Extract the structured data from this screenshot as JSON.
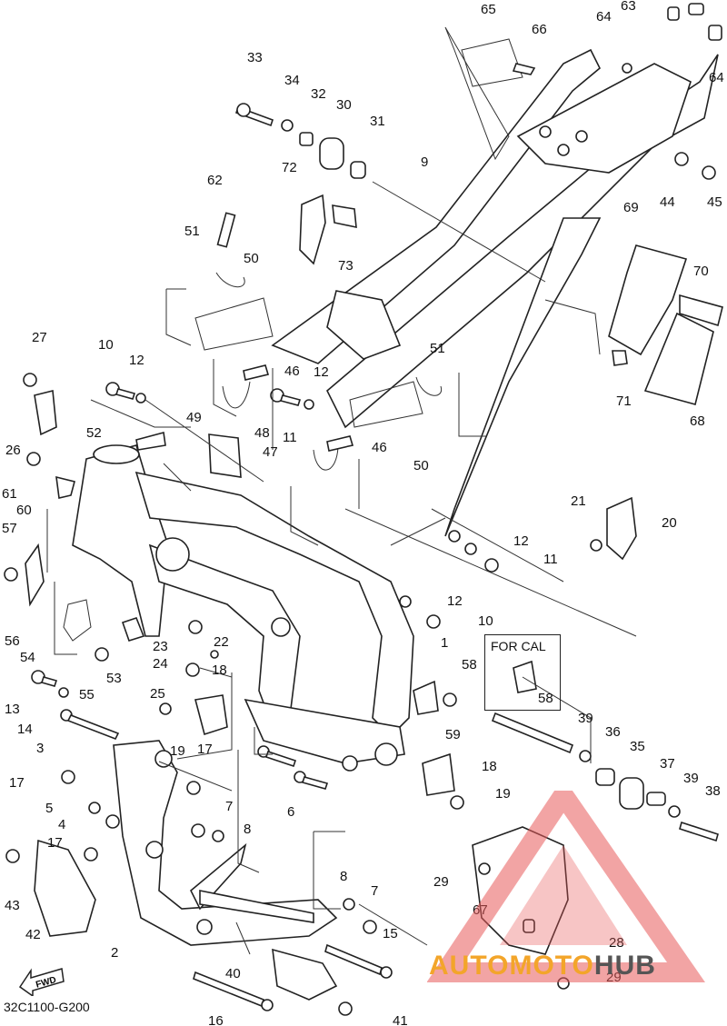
{
  "diagram": {
    "drawing_code": "32C1100-G200",
    "for_cal_label": "FOR CAL",
    "fwd_label": "FWD",
    "callouts": [
      {
        "id": "c1",
        "text": "1"
      },
      {
        "id": "c2",
        "text": "2"
      },
      {
        "id": "c3",
        "text": "3"
      },
      {
        "id": "c4",
        "text": "4"
      },
      {
        "id": "c5",
        "text": "5"
      },
      {
        "id": "c6",
        "text": "6"
      },
      {
        "id": "c7a",
        "text": "7"
      },
      {
        "id": "c7b",
        "text": "7"
      },
      {
        "id": "c8a",
        "text": "8"
      },
      {
        "id": "c8b",
        "text": "8"
      },
      {
        "id": "c9",
        "text": "9"
      },
      {
        "id": "c10a",
        "text": "10"
      },
      {
        "id": "c10b",
        "text": "10"
      },
      {
        "id": "c11a",
        "text": "11"
      },
      {
        "id": "c11b",
        "text": "11"
      },
      {
        "id": "c12a",
        "text": "12"
      },
      {
        "id": "c12b",
        "text": "12"
      },
      {
        "id": "c12c",
        "text": "12"
      },
      {
        "id": "c12d",
        "text": "12"
      },
      {
        "id": "c13",
        "text": "13"
      },
      {
        "id": "c14",
        "text": "14"
      },
      {
        "id": "c15",
        "text": "15"
      },
      {
        "id": "c16",
        "text": "16"
      },
      {
        "id": "c17a",
        "text": "17"
      },
      {
        "id": "c17b",
        "text": "17"
      },
      {
        "id": "c17c",
        "text": "17"
      },
      {
        "id": "c18a",
        "text": "18"
      },
      {
        "id": "c18b",
        "text": "18"
      },
      {
        "id": "c19a",
        "text": "19"
      },
      {
        "id": "c19b",
        "text": "19"
      },
      {
        "id": "c20",
        "text": "20"
      },
      {
        "id": "c21",
        "text": "21"
      },
      {
        "id": "c22",
        "text": "22"
      },
      {
        "id": "c23",
        "text": "23"
      },
      {
        "id": "c24",
        "text": "24"
      },
      {
        "id": "c25",
        "text": "25"
      },
      {
        "id": "c26",
        "text": "26"
      },
      {
        "id": "c27",
        "text": "27"
      },
      {
        "id": "c28",
        "text": "28"
      },
      {
        "id": "c29a",
        "text": "29"
      },
      {
        "id": "c29b",
        "text": "29"
      },
      {
        "id": "c30",
        "text": "30"
      },
      {
        "id": "c31",
        "text": "31"
      },
      {
        "id": "c32",
        "text": "32"
      },
      {
        "id": "c33",
        "text": "33"
      },
      {
        "id": "c34",
        "text": "34"
      },
      {
        "id": "c35",
        "text": "35"
      },
      {
        "id": "c36",
        "text": "36"
      },
      {
        "id": "c37",
        "text": "37"
      },
      {
        "id": "c38",
        "text": "38"
      },
      {
        "id": "c39a",
        "text": "39"
      },
      {
        "id": "c39b",
        "text": "39"
      },
      {
        "id": "c40",
        "text": "40"
      },
      {
        "id": "c41",
        "text": "41"
      },
      {
        "id": "c42",
        "text": "42"
      },
      {
        "id": "c43",
        "text": "43"
      },
      {
        "id": "c44",
        "text": "44"
      },
      {
        "id": "c45",
        "text": "45"
      },
      {
        "id": "c46a",
        "text": "46"
      },
      {
        "id": "c46b",
        "text": "46"
      },
      {
        "id": "c47",
        "text": "47"
      },
      {
        "id": "c48",
        "text": "48"
      },
      {
        "id": "c49",
        "text": "49"
      },
      {
        "id": "c50a",
        "text": "50"
      },
      {
        "id": "c50b",
        "text": "50"
      },
      {
        "id": "c51a",
        "text": "51"
      },
      {
        "id": "c51b",
        "text": "51"
      },
      {
        "id": "c52",
        "text": "52"
      },
      {
        "id": "c53",
        "text": "53"
      },
      {
        "id": "c54",
        "text": "54"
      },
      {
        "id": "c55",
        "text": "55"
      },
      {
        "id": "c56",
        "text": "56"
      },
      {
        "id": "c57",
        "text": "57"
      },
      {
        "id": "c58a",
        "text": "58"
      },
      {
        "id": "c58b",
        "text": "58"
      },
      {
        "id": "c59",
        "text": "59"
      },
      {
        "id": "c60",
        "text": "60"
      },
      {
        "id": "c61",
        "text": "61"
      },
      {
        "id": "c62",
        "text": "62"
      },
      {
        "id": "c63",
        "text": "63"
      },
      {
        "id": "c64a",
        "text": "64"
      },
      {
        "id": "c64b",
        "text": "64"
      },
      {
        "id": "c65",
        "text": "65"
      },
      {
        "id": "c66",
        "text": "66"
      },
      {
        "id": "c67",
        "text": "67"
      },
      {
        "id": "c68",
        "text": "68"
      },
      {
        "id": "c69",
        "text": "69"
      },
      {
        "id": "c70",
        "text": "70"
      },
      {
        "id": "c71",
        "text": "71"
      },
      {
        "id": "c72",
        "text": "72"
      },
      {
        "id": "c73",
        "text": "73"
      }
    ]
  },
  "watermark": {
    "text_auto": "AUTOMOTO",
    "text_hub": "HUB",
    "color_primary": "#f3a52a",
    "color_secondary": "#555555",
    "color_triangle": "#e85a5a"
  }
}
